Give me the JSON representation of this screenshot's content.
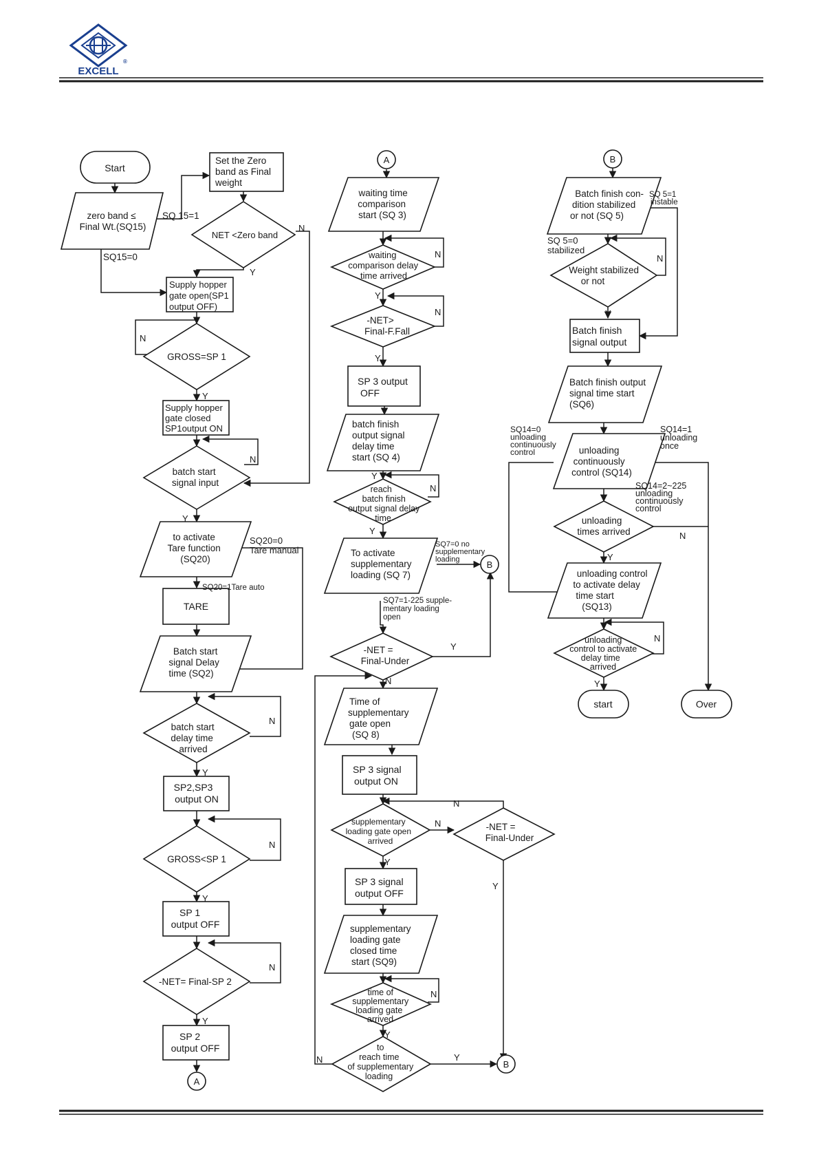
{
  "header": {
    "logo_text": "EXCELL",
    "logo_mark": "®",
    "colors": {
      "logo": "#1a3f8f",
      "ink": "#1a1a1a"
    }
  },
  "nodes": {
    "start": "Start",
    "zero_band_cond": [
      "zero band ≤",
      "Final Wt.(SQ15)"
    ],
    "set_zero_band": [
      "Set the Zero",
      "band as Final",
      "weight"
    ],
    "net_zero_band": "NET <Zero band",
    "supply_open": [
      "Supply hopper",
      "gate open(SP1",
      "output OFF)"
    ],
    "gross_sp1": "GROSS=SP 1",
    "supply_closed": [
      "Supply hopper",
      "gate closed",
      "SP1output ON"
    ],
    "batch_start_input": [
      "batch start",
      "signal input"
    ],
    "tare_function": [
      "to activate",
      "Tare function",
      "(SQ20)"
    ],
    "tare": "TARE",
    "batch_start_delay": [
      "Batch start",
      "signal Delay",
      "time (SQ2)"
    ],
    "batch_delay_arrived": [
      "batch start",
      "delay time",
      "arrived"
    ],
    "sp2_sp3_on": [
      "SP2,SP3",
      "output ON"
    ],
    "gross_lt_sp1": "GROSS<SP 1",
    "sp1_off": [
      "SP 1",
      "output OFF"
    ],
    "net_final_sp2": "-NET= Final-SP 2",
    "sp2_off": [
      "SP 2",
      "output OFF"
    ],
    "conn_a": "A",
    "conn_b": "B",
    "waiting_time_start": [
      "waiting time",
      "comparison",
      "start (SQ 3)"
    ],
    "waiting_arrived": [
      "waiting",
      "comparison delay",
      "time arrived"
    ],
    "net_final_ffall": [
      "-NET>",
      "Final-F.Fall"
    ],
    "sp3_off": [
      "SP 3 output",
      "OFF"
    ],
    "batch_finish_delay": [
      "batch finish",
      "output signal",
      "delay time",
      "start (SQ 4)"
    ],
    "reach_batch_finish": [
      "reach",
      "batch finish",
      "output signal delay",
      "time"
    ],
    "activate_supp": [
      "To activate",
      "supplementary",
      "loading (SQ 7)"
    ],
    "net_final_under": [
      "-NET =",
      "Final-Under"
    ],
    "time_supp_gate_open": [
      "Time of",
      "supplementary",
      "gate open",
      "(SQ 8)"
    ],
    "sp3_signal_on": [
      "SP 3 signal",
      "output ON"
    ],
    "supp_gate_open_arrived": [
      "supplementary",
      "loading gate open",
      "arrived"
    ],
    "net_final_under_2": [
      "-NET =",
      "Final-Under"
    ],
    "sp3_signal_off": [
      "SP 3 signal",
      "output OFF"
    ],
    "supp_gate_closed": [
      "supplementary",
      "loading gate",
      "closed time",
      "start (SQ9)"
    ],
    "time_supp_arrived": [
      "time of",
      "supplementary",
      "loading gate",
      "arrived"
    ],
    "reach_time_supp": [
      "to",
      "reach time",
      "of supplementary",
      "loading"
    ],
    "batch_finish_cond": [
      "Batch finish con-",
      "dition stabilized",
      "or not (SQ 5)"
    ],
    "weight_stabilized": [
      "Weight stabilized",
      "or not"
    ],
    "batch_finish_output": [
      "Batch finish",
      "signal output"
    ],
    "batch_finish_time_start": [
      "Batch finish output",
      "signal  time start",
      "(SQ6)"
    ],
    "unloading_cont": [
      "unloading",
      "continuously",
      "control (SQ14)"
    ],
    "unloading_times": [
      "unloading",
      "times arrived"
    ],
    "unloading_delay_start": [
      "unloading control",
      "to activate delay",
      "time start",
      "(SQ13)"
    ],
    "unloading_delay_arrived": [
      "unloading",
      "control to activate",
      "delay time",
      "arrived"
    ],
    "end_start": "start",
    "end_over": "Over"
  },
  "labels": {
    "sq15_1": "SQ 15=1",
    "sq15_0": "SQ15=0",
    "y": "Y",
    "n": "N",
    "sq20_0": [
      "SQ20=0",
      "Tare manual"
    ],
    "sq20_1": "SQ20=1Tare auto",
    "sq7_0": [
      "SQ7=0 no",
      "supplementary",
      "loading"
    ],
    "sq7_1": [
      "SQ7=1-225 supple-",
      "mentary loading",
      "open"
    ],
    "sq5_1": [
      "SQ 5=1",
      "instable"
    ],
    "sq5_0": [
      "SQ 5=0",
      "stabilized"
    ],
    "sq14_0": [
      "SQ14=0",
      "unloading",
      "continuously",
      "control"
    ],
    "sq14_1": [
      "SQ14=1",
      "unloading",
      "once"
    ],
    "sq14_2": [
      "SQ14=2~225",
      "unloading",
      "continuously",
      "control"
    ]
  }
}
